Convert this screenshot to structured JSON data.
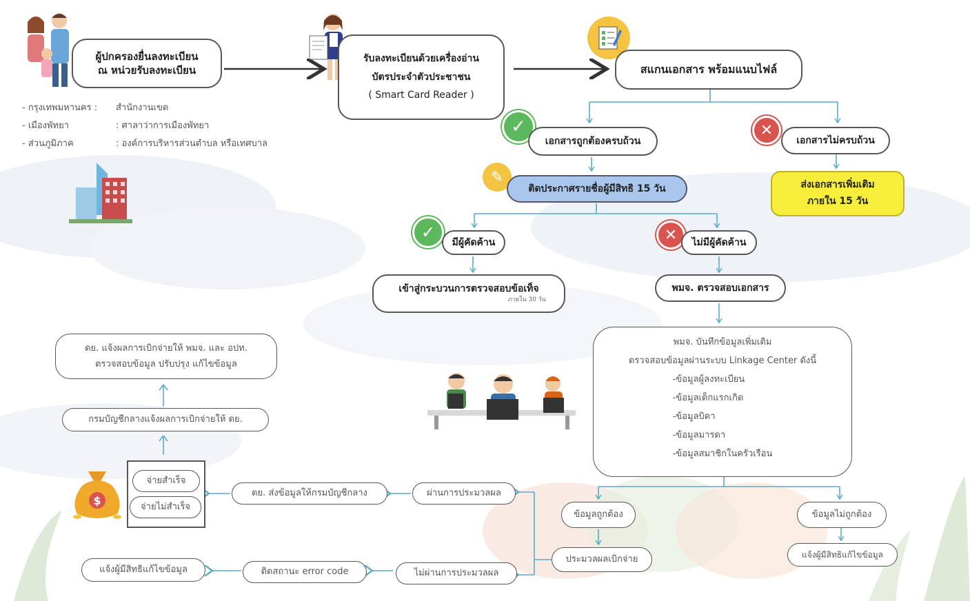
{
  "nodes": {
    "parent_register": [
      "ผู้ปกครองยื่นลงทะเบียน",
      "ณ หน่วยรับลงทะเบียน"
    ],
    "card_reader": [
      "รับลงทะเบียนด้วยเครื่องอ่าน",
      "บัตรประจำตัวประชาชน",
      "( Smart Card Reader )"
    ],
    "scan_docs": "สแกนเอกสาร พร้อมแนบไฟล์",
    "docs_complete": "เอกสารถูกต้องครบถ้วน",
    "docs_incomplete": "เอกสารไม่ครบถ้วน",
    "send_more_docs": [
      "ส่งเอกสารเพิ่มเติม",
      "ภายใน 15 วัน"
    ],
    "announce": "ติดประกาศรายชื่อผู้มีสิทธิ 15 วัน",
    "has_objection": "มีผู้คัดค้าน",
    "no_objection": "ไม่มีผู้คัดค้าน",
    "fraud_check": "เข้าสู่กระบวนการตรวจสอบข้อเท็จ",
    "fraud_check_note": "ภายใน 30 วัน",
    "officer_check": "พมจ. ตรวจสอบเอกสาร",
    "record_info": {
      "title": "พมจ. บันทึกข้อมูลเพิ่มเติม",
      "subtitle": "ตรวจสอบข้อมูลผ่านระบบ Linkage Center ดังนี้",
      "items": [
        "-ข้อมูลผู้ลงทะเบียน",
        "-ข้อมูลเด็กแรกเกิด",
        "-ข้อมูลบิดา",
        "-ข้อมูลมารดา",
        "-ข้อมูลสมาชิกในครัวเรือน"
      ]
    },
    "data_correct": "ข้อมูลถูกต้อง",
    "data_incorrect": "ข้อมูลไม่ถูกต้อง",
    "notify_fix_right": "แจ้งผู้มีสิทธิแก้ไขข้อมูล",
    "process_payment": "ประมวลผลเบิกจ่าย",
    "pass_process": "ผ่านการประมวลผล",
    "fail_process": "ไม่ผ่านการประมวลผล",
    "send_to_cgd": "ดย. ส่งข้อมูลให้กรมบัญชีกลาง",
    "error_code": "ติดสถานะ error code",
    "notify_fix_left": "แจ้งผู้มีสิทธิแก้ไขข้อมูล",
    "pay_success": "จ่ายสำเร็จ",
    "pay_fail": "จ่ายไม่สำเร็จ",
    "cgd_report": "กรมบัญชีกลางแจ้งผลการเบิกจ่ายให้ ดย.",
    "dy_report": [
      "ดย. แจ้งผลการเบิกจ่ายให้ พมจ. และ อปท.",
      "ตรวจสอบข้อมูล ปรับปรุง แก้ไขข้อมูล"
    ]
  },
  "registration_units": [
    {
      "area": "- กรุงเทพมหานคร :",
      "unit": "สำนักงานเขต"
    },
    {
      "area": "- เมืองพัทยา",
      "unit": ": ศาลาว่าการเมืองพัทยา"
    },
    {
      "area": "- ส่วนภูมิภาค",
      "unit": ": องค์การบริหารส่วนตำบล หรือเทศบาล"
    }
  ],
  "icons": [
    "family-icon",
    "officer-icon",
    "document-icon",
    "check-icon",
    "cross-icon",
    "memo-icon",
    "building-icon",
    "workers-icon",
    "money-bag-icon"
  ],
  "colors": {
    "connector": "#5aa9c9",
    "check": "#5cb85c",
    "cross": "#d9534f",
    "highlight_blue": "#a9c7ec",
    "highlight_yellow": "#f6ee3a"
  }
}
